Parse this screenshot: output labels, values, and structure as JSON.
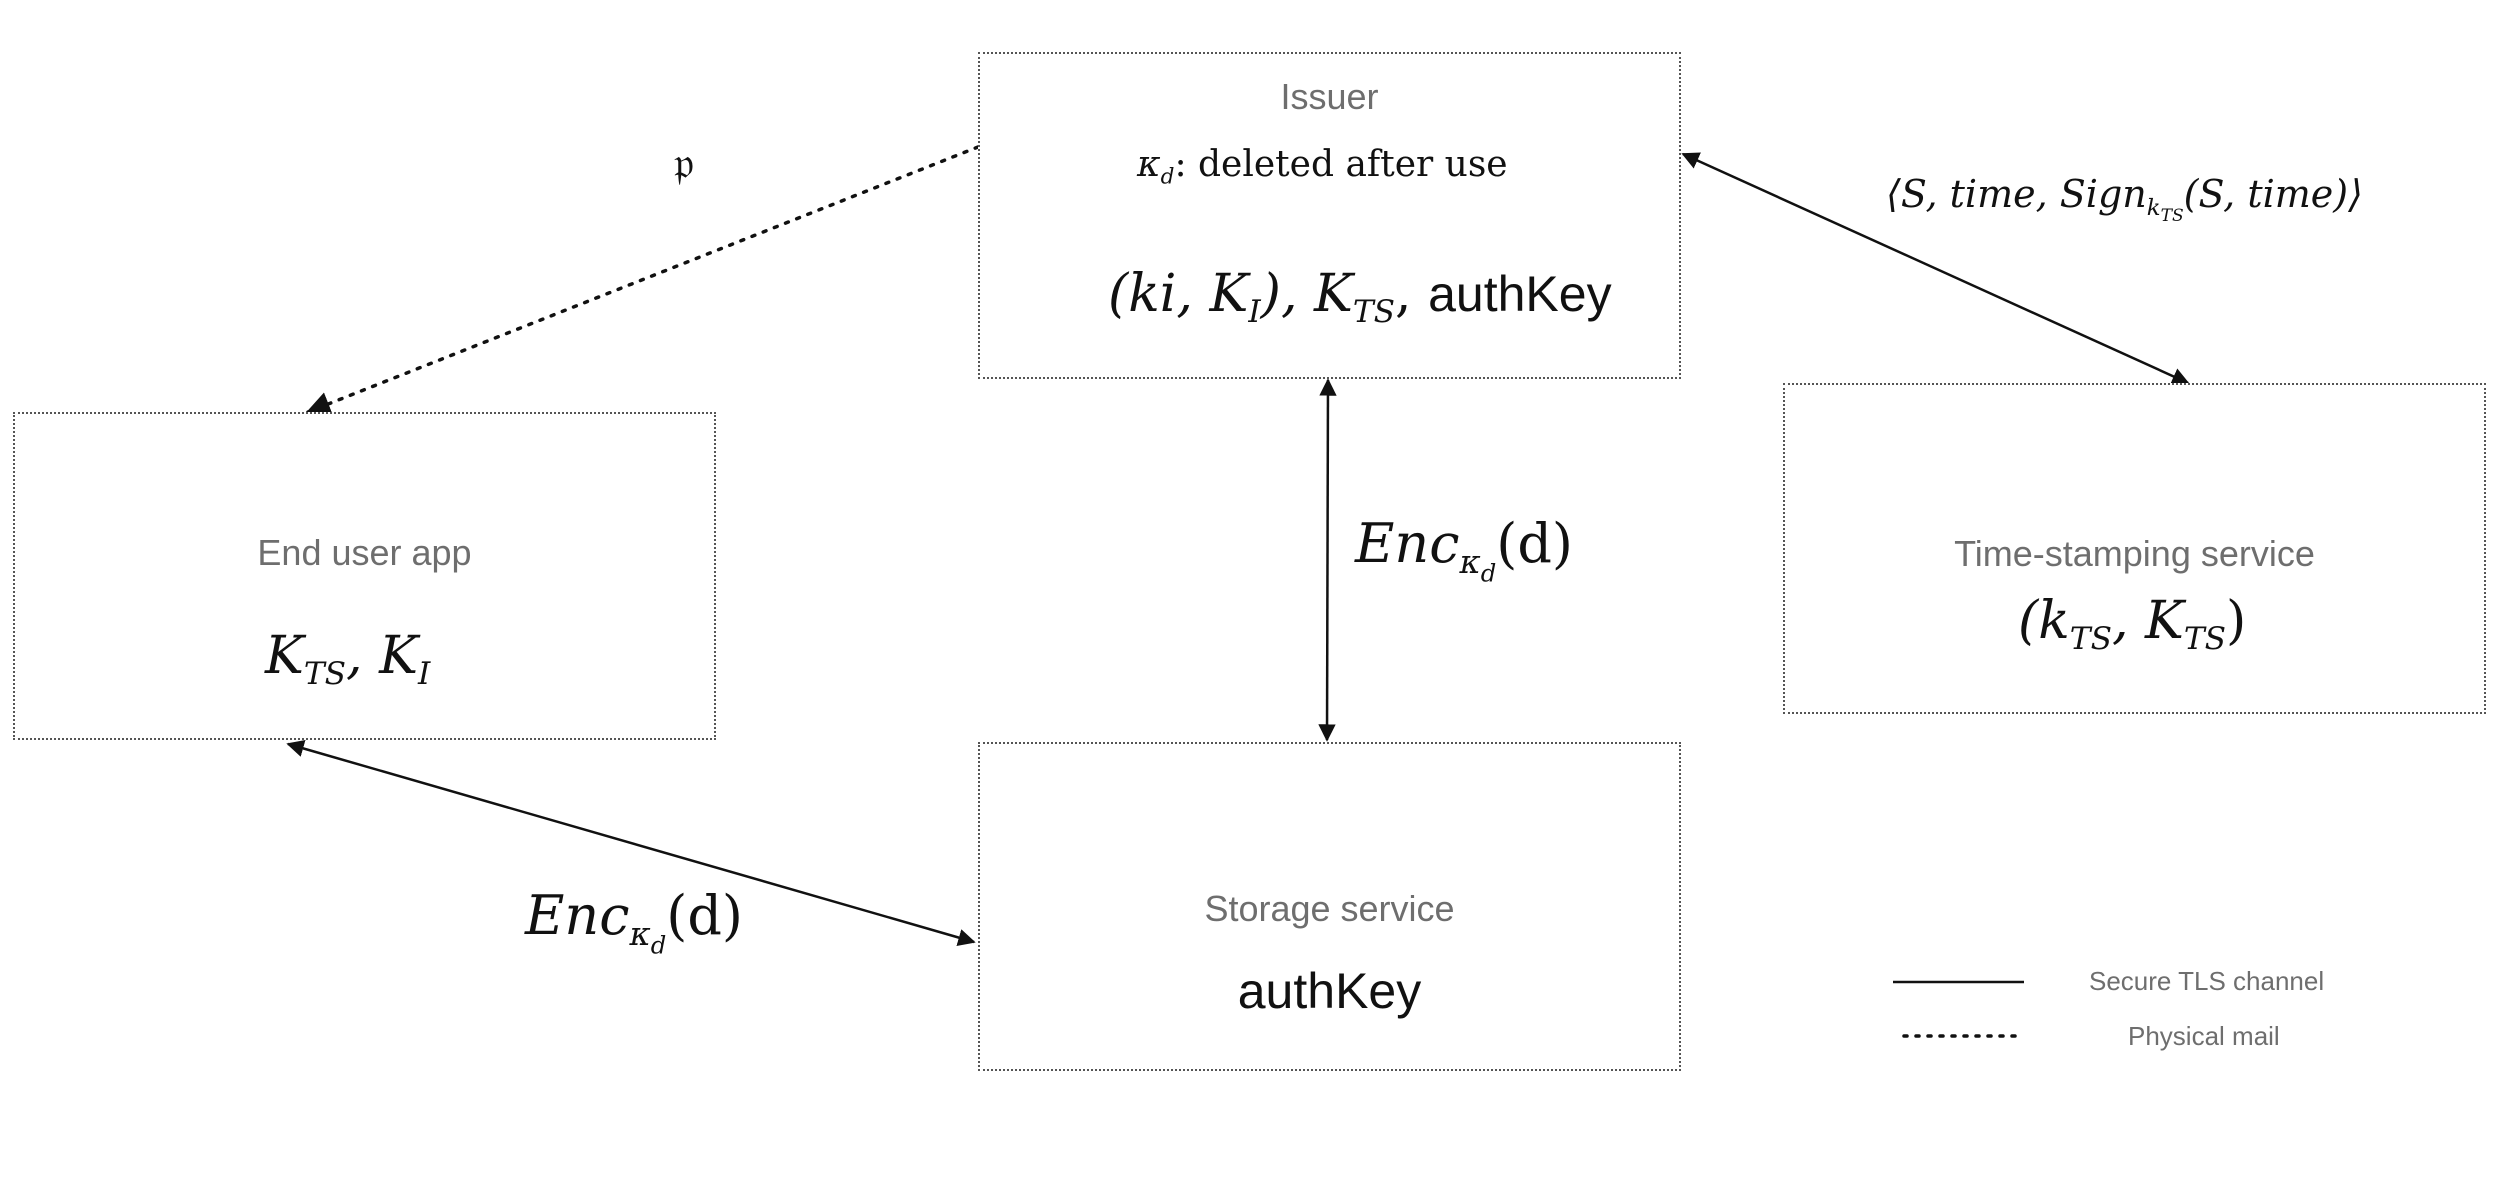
{
  "issuer": {
    "title": "Issuer",
    "kappa": "κ",
    "kappa_sub": "d",
    "deleted_text": ":  deleted after use",
    "keys_prefix": "(ki, K",
    "keys_sub_i": "I",
    "keys_mid": "), K",
    "keys_sub_ts": "TS",
    "keys_sep": ", ",
    "auth_key": "authKey"
  },
  "end_user": {
    "title": "End user app",
    "k1": "K",
    "k1_sub": "TS",
    "sep": ", K",
    "k2_sub": "I"
  },
  "time_stamping": {
    "title": "Time-stamping service",
    "open": "(k",
    "sub1": "TS",
    "mid": ", K",
    "sub2": "TS",
    "close": ")"
  },
  "storage": {
    "title": "Storage service",
    "auth_key": "authKey"
  },
  "edges": {
    "issuer_storage": {
      "enc": "Enc",
      "sub": "κ",
      "subsub": "d",
      "arg": "(d)"
    },
    "user_storage": {
      "enc": "Enc",
      "sub": "κ",
      "subsub": "d",
      "arg": "(d)"
    },
    "issuer_ts": {
      "open": "⟨S, time, Sign",
      "sub_k": "k",
      "sub_ts": "TS",
      "close": "(S, time)⟩"
    },
    "physical_mail_symbol": "𝔭"
  },
  "legend": {
    "solid_label": "Secure TLS channel",
    "dotted_label": "Physical mail"
  },
  "colors": {
    "line": "#111111",
    "box_border": "#555555",
    "title_text": "#6e6e6e"
  }
}
